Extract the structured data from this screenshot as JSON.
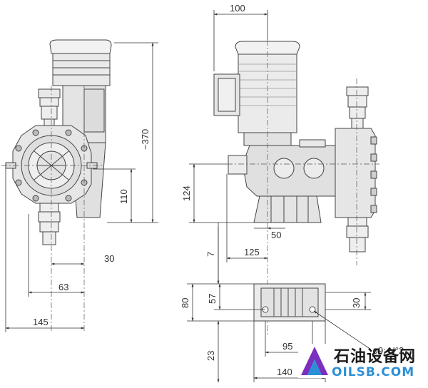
{
  "dimensions": {
    "d100": "100",
    "d370": "~370",
    "d110": "110",
    "d124": "124",
    "d30": "30",
    "d63": "63",
    "d145": "145",
    "d50": "50",
    "d7": "7",
    "d125": "125",
    "d80": "80",
    "d57": "57",
    "d30b": "30",
    "d23": "23",
    "d95": "95",
    "d140": "140",
    "holes": "ø9; N°2"
  },
  "watermark": {
    "cn": "石油设备网",
    "en": "OILSB.COM"
  }
}
